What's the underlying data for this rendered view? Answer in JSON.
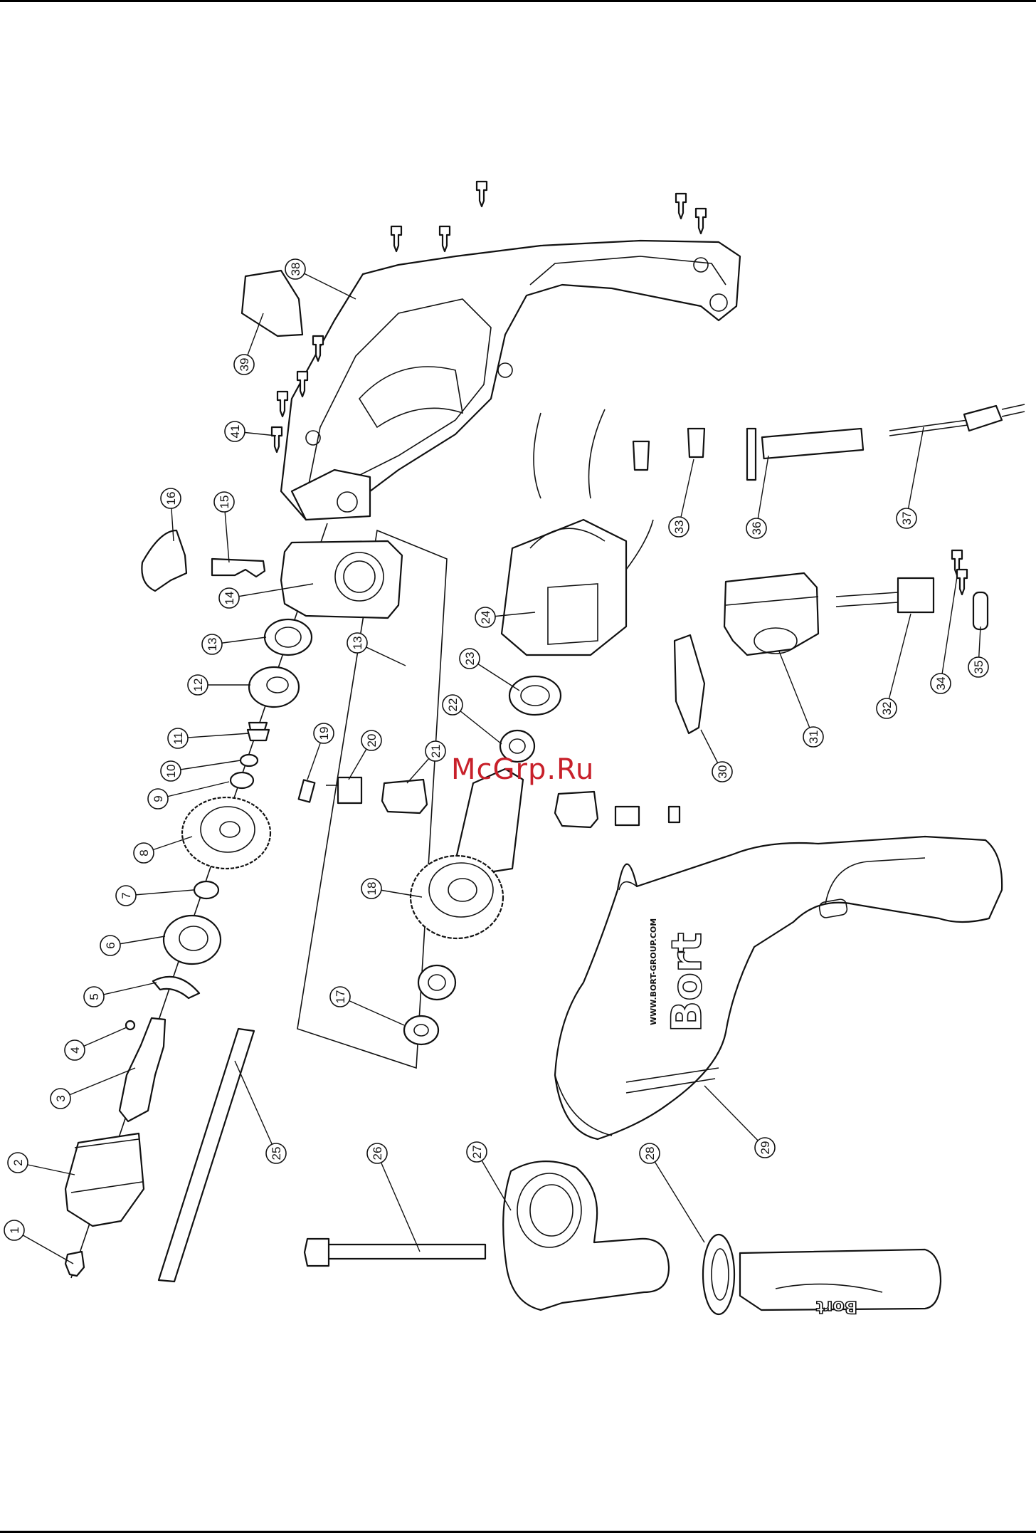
{
  "watermark": "McGrp.Ru",
  "brand_logo": "Bort",
  "website_text": "WWW.BORT-GROUP.COM",
  "callouts": [
    "1",
    "2",
    "3",
    "4",
    "5",
    "6",
    "7",
    "8",
    "9",
    "10",
    "11",
    "12",
    "13",
    "14",
    "15",
    "16",
    "17",
    "18",
    "19",
    "20",
    "21",
    "22",
    "23",
    "24",
    "25",
    "26",
    "27",
    "28",
    "29",
    "30",
    "31",
    "32",
    "33",
    "34",
    "35",
    "36",
    "37",
    "38",
    "39",
    "41",
    "13"
  ],
  "colors": {
    "line": "#111111",
    "watermark": "#c8202a",
    "background": "#ffffff"
  }
}
